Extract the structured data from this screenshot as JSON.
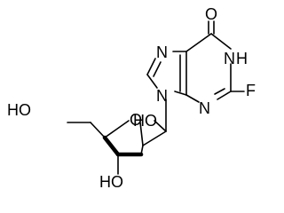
{
  "molecule": {
    "atoms": {
      "carbonyl_oxygen": "O",
      "n7": "N",
      "n1": "N",
      "n1_h": "H",
      "n9": "N",
      "n3": "N",
      "fluorine": "F",
      "ring_oxygen": "O",
      "hydroxyl_5prime": "HO",
      "hydroxyl_2prime": "HO",
      "hydroxyl_3prime": "HO"
    },
    "colors": {
      "bond": "#000000",
      "label": "#000000",
      "background": "#ffffff"
    }
  }
}
